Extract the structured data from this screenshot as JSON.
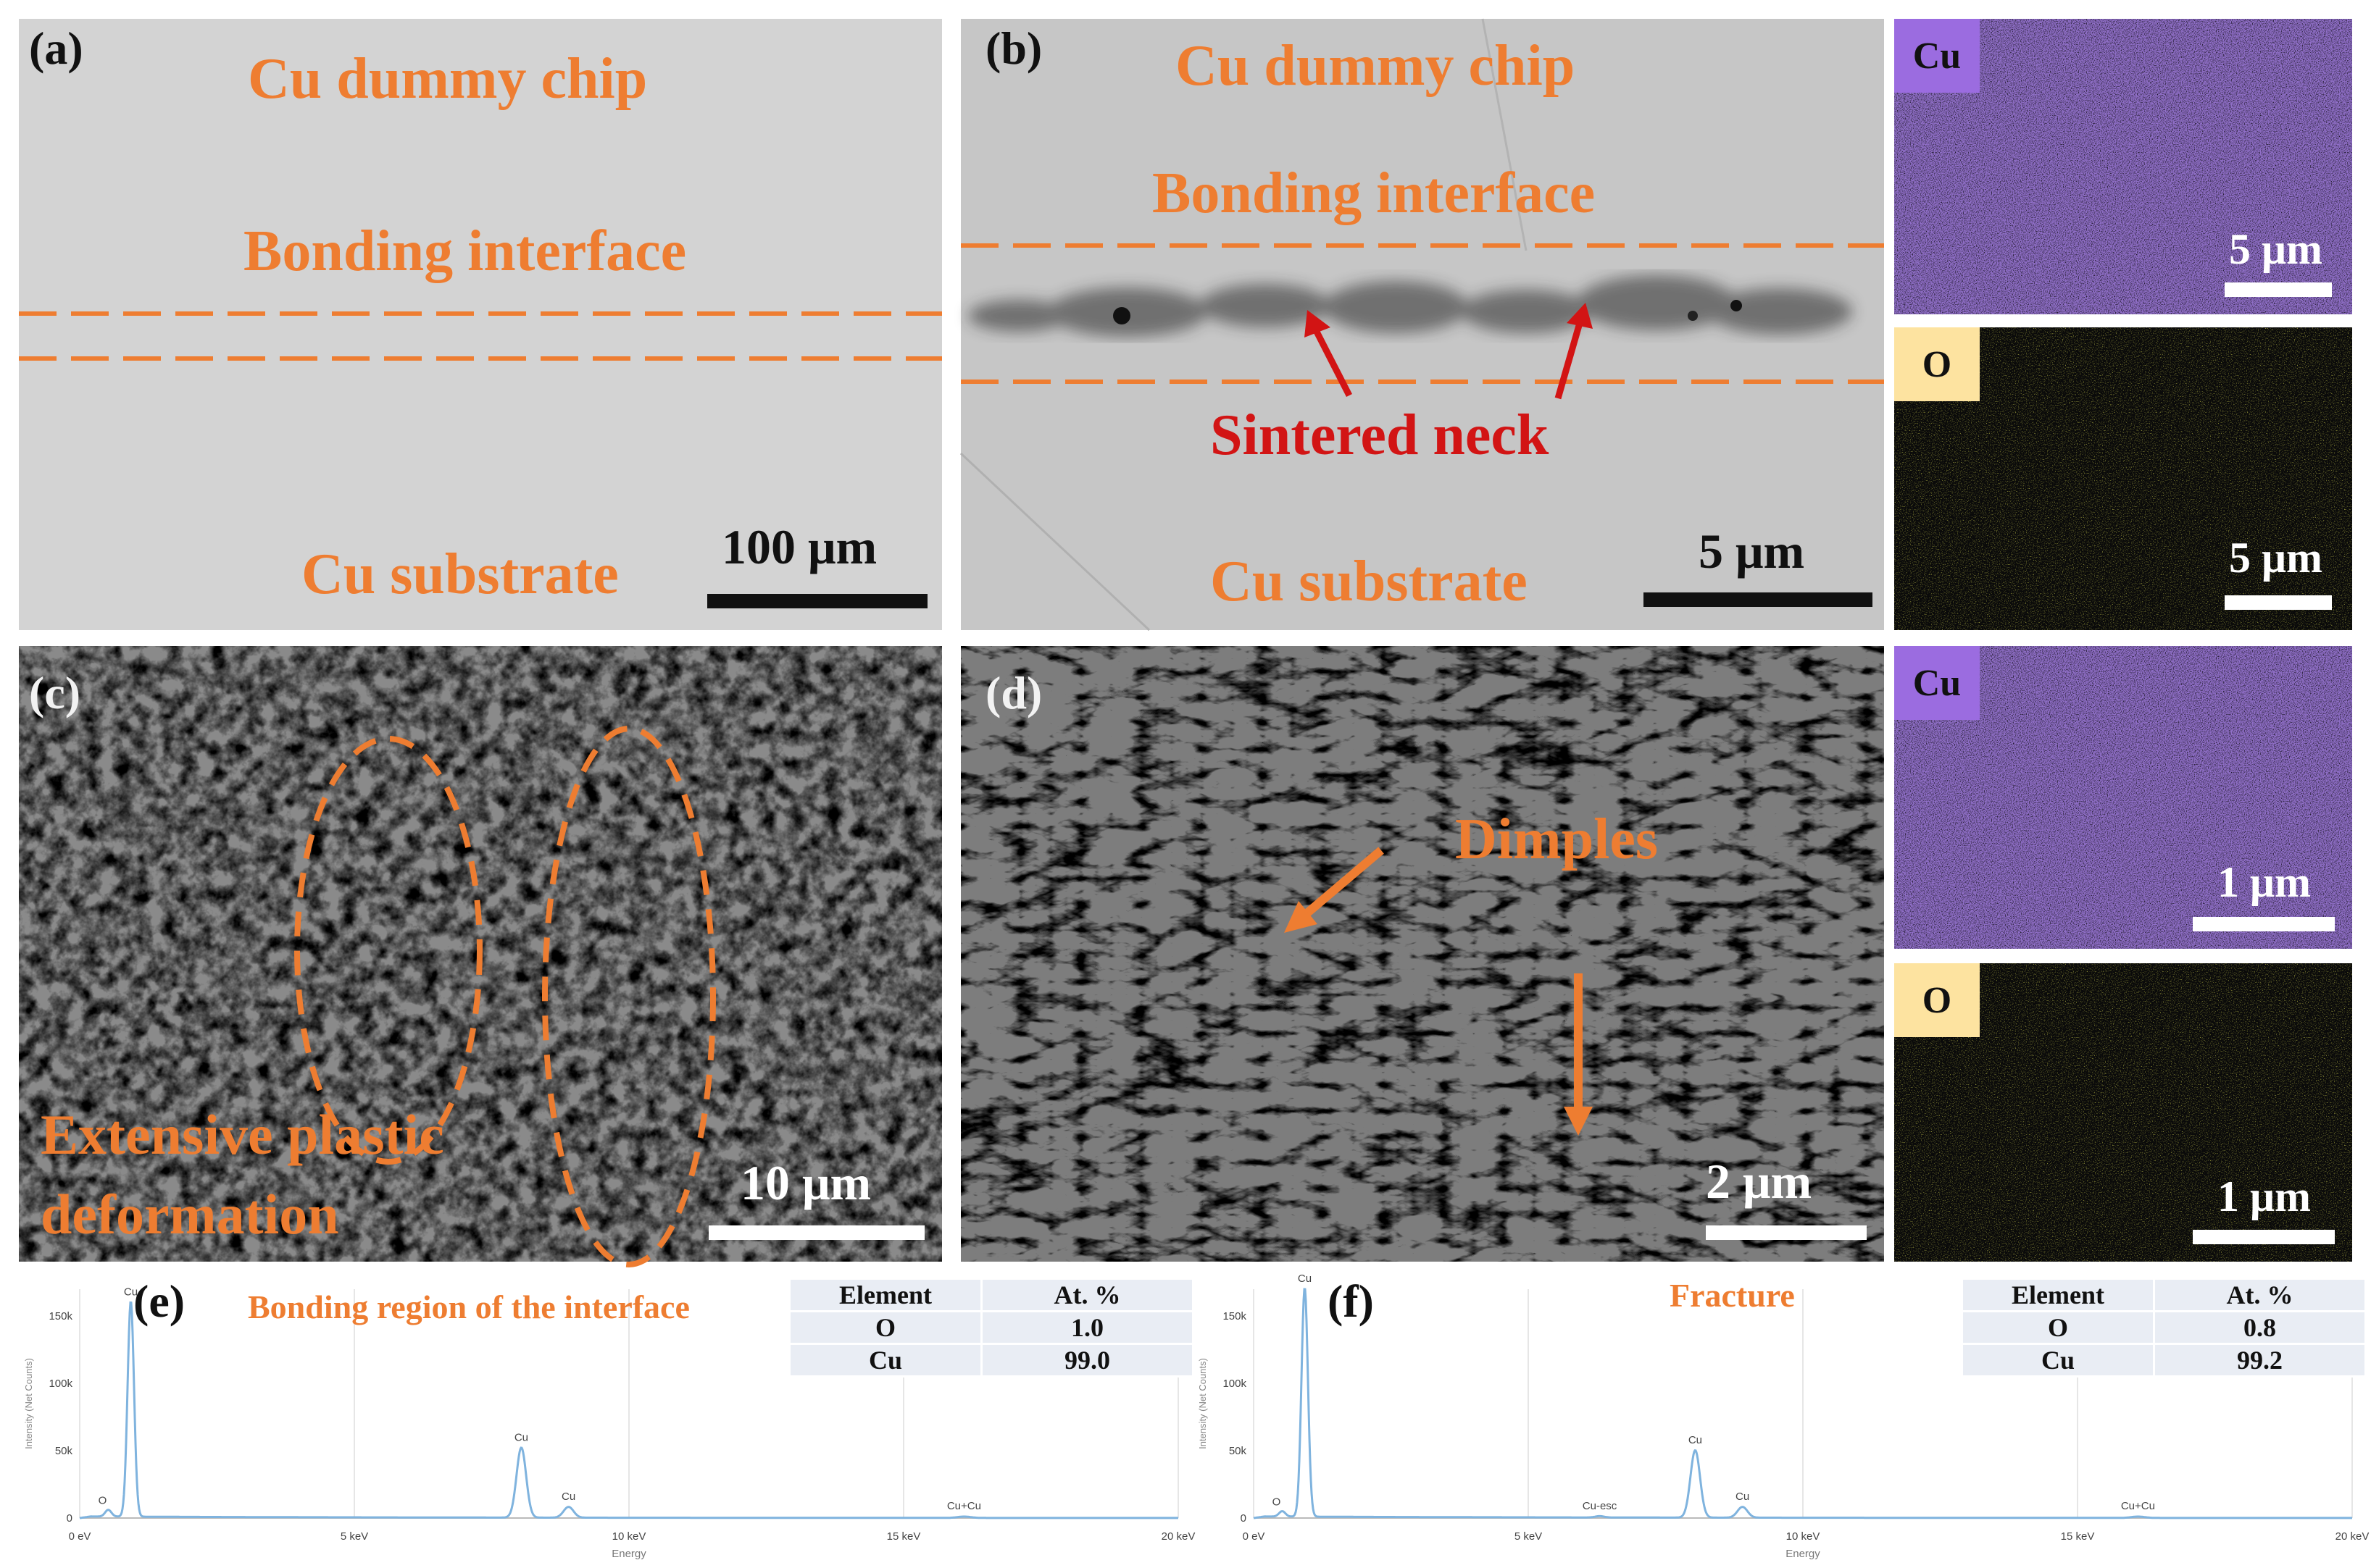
{
  "panels": {
    "a": {
      "label": "(a)",
      "top_text": "Cu dummy chip",
      "mid_text": "Bonding interface",
      "bottom_text": "Cu substrate",
      "scale": "100 μm"
    },
    "b": {
      "label": "(b)",
      "top_text": "Cu dummy chip",
      "mid_text": "Bonding interface",
      "neck_text": "Sintered neck",
      "bottom_text": "Cu substrate",
      "scale": "5 μm"
    },
    "b_maps": [
      {
        "element": "Cu",
        "scale": "5 μm"
      },
      {
        "element": "O",
        "scale": "5 μm"
      }
    ],
    "c": {
      "label": "(c)",
      "text_line1": "Extensive plastic",
      "text_line2": "deformation",
      "scale": "10 μm"
    },
    "d": {
      "label": "(d)",
      "text": "Dimples",
      "scale": "2 μm"
    },
    "d_maps": [
      {
        "element": "Cu",
        "scale": "1 μm"
      },
      {
        "element": "O",
        "scale": "1 μm"
      }
    ]
  },
  "colors": {
    "orange": "#ee7d31",
    "red": "#d21414",
    "cu_map": "#9170c9",
    "o_tag": "#fde3a0",
    "cu_tag": "#9b6ce0",
    "spectrum": "#7fb3de"
  },
  "spectra": [
    {
      "label": "(e)",
      "title": "Bonding region of the interface",
      "table": {
        "headers": [
          "Element",
          "At. %"
        ],
        "rows": [
          [
            "O",
            "1.0"
          ],
          [
            "Cu",
            "99.0"
          ]
        ]
      },
      "peak_labels": [
        "Cu",
        "O",
        "Cu",
        "Cu",
        "Cu+Cu"
      ]
    },
    {
      "label": "(f)",
      "title": "Fracture",
      "table": {
        "headers": [
          "Element",
          "At. %"
        ],
        "rows": [
          [
            "O",
            "0.8"
          ],
          [
            "Cu",
            "99.2"
          ]
        ]
      },
      "peak_labels": [
        "Cu",
        "O",
        "Cu-esc",
        "Cu",
        "Cu",
        "Cu+Cu"
      ]
    }
  ],
  "chart_data": [
    {
      "type": "line",
      "xlabel": "Energy",
      "ylabel": "Intensity (Net Counts)",
      "xlim": [
        0,
        20
      ],
      "ylim": [
        0,
        170000
      ],
      "x_ticks": [
        "0 eV",
        "5 keV",
        "10 keV",
        "15 keV",
        "20 keV"
      ],
      "y_ticks": [
        "0",
        "50k",
        "100k",
        "150k"
      ],
      "peaks": [
        {
          "x": 0.52,
          "y": 5000
        },
        {
          "x": 0.93,
          "y": 160000
        },
        {
          "x": 8.04,
          "y": 52000
        },
        {
          "x": 8.9,
          "y": 8000
        },
        {
          "x": 16.1,
          "y": 1000
        }
      ]
    },
    {
      "type": "line",
      "xlabel": "Energy",
      "ylabel": "Intensity (Net Counts)",
      "xlim": [
        0,
        20
      ],
      "ylim": [
        0,
        170000
      ],
      "x_ticks": [
        "0 eV",
        "5 keV",
        "10 keV",
        "15 keV",
        "20 keV"
      ],
      "y_ticks": [
        "0",
        "50k",
        "100k",
        "150k"
      ],
      "peaks": [
        {
          "x": 0.52,
          "y": 4000
        },
        {
          "x": 0.93,
          "y": 170000
        },
        {
          "x": 6.3,
          "y": 1000
        },
        {
          "x": 8.04,
          "y": 50000
        },
        {
          "x": 8.9,
          "y": 8000
        },
        {
          "x": 16.1,
          "y": 1000
        }
      ]
    }
  ]
}
